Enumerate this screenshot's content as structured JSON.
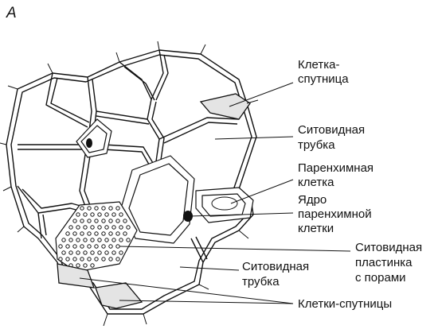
{
  "panel_letter": "A",
  "labels": {
    "companion_cell": [
      "Клетка-",
      "спутница"
    ],
    "sieve_tube_top": [
      "Ситовидная",
      "трубка"
    ],
    "parenchyma_cell": [
      "Паренхимная",
      "клетка"
    ],
    "parenchyma_nucleus": [
      "Ядро",
      "паренхимной",
      "клетки"
    ],
    "sieve_plate": [
      "Ситовидная",
      "пластинка",
      "с порами"
    ],
    "sieve_tube_bottom": [
      "Ситовидная",
      "трубка"
    ],
    "companion_cells": [
      "Клетки-спутницы"
    ]
  },
  "colors": {
    "line": "#111111",
    "shade": "#cfcfcf",
    "background": "#ffffff"
  }
}
